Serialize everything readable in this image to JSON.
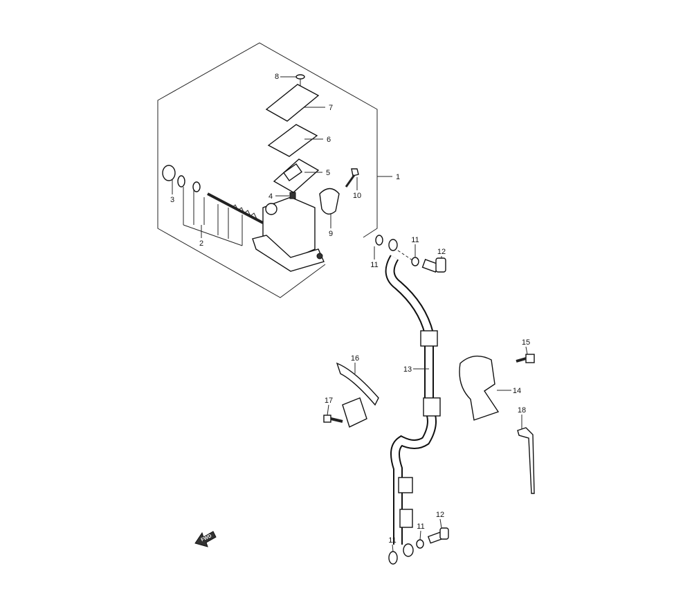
{
  "diagram": {
    "callouts": [
      {
        "id": "c8",
        "text": "8"
      },
      {
        "id": "c7",
        "text": "7"
      },
      {
        "id": "c6",
        "text": "6"
      },
      {
        "id": "c5",
        "text": "5"
      },
      {
        "id": "c1",
        "text": "1"
      },
      {
        "id": "c10",
        "text": "10"
      },
      {
        "id": "c4",
        "text": "4"
      },
      {
        "id": "c3",
        "text": "3"
      },
      {
        "id": "c9",
        "text": "9"
      },
      {
        "id": "c2",
        "text": "2"
      },
      {
        "id": "c11a",
        "text": "11"
      },
      {
        "id": "c11b",
        "text": "11"
      },
      {
        "id": "c12a",
        "text": "12"
      },
      {
        "id": "c16",
        "text": "16"
      },
      {
        "id": "c13",
        "text": "13"
      },
      {
        "id": "c15",
        "text": "15"
      },
      {
        "id": "c14",
        "text": "14"
      },
      {
        "id": "c17",
        "text": "17"
      },
      {
        "id": "c18",
        "text": "18"
      },
      {
        "id": "c12b",
        "text": "12"
      },
      {
        "id": "c11c",
        "text": "11"
      },
      {
        "id": "c11d",
        "text": "11"
      }
    ],
    "direction_arrow": "FWD"
  }
}
